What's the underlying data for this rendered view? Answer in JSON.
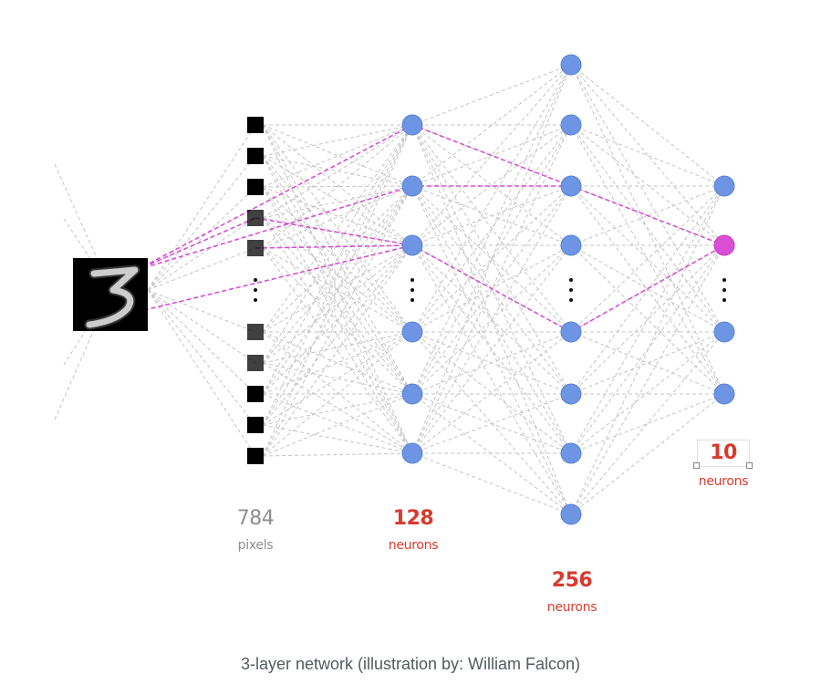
{
  "layers": {
    "input": {
      "count": "784",
      "unit": "pixels"
    },
    "hidden1": {
      "count": "128",
      "unit": "neurons"
    },
    "hidden2": {
      "count": "256",
      "unit": "neurons"
    },
    "output": {
      "count": "10",
      "unit": "neurons"
    }
  },
  "caption": "3-layer network (illustration by: William Falcon)",
  "colors": {
    "neuron": "#6d95e4",
    "neuron_active": "#d94fd4",
    "highlight_path": "#d94fd4",
    "connection": "#c4c4c4",
    "count_red": "#d93a2e",
    "count_gray": "#8f8f8f"
  },
  "icons": [
    "mnist-digit-five-image",
    "ellipsis-dots-icon"
  ]
}
